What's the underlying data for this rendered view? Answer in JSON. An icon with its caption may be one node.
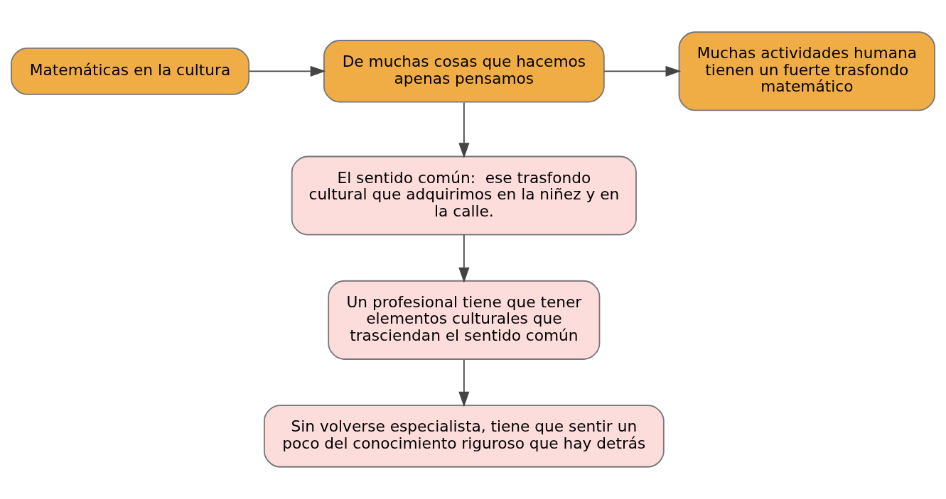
{
  "diagram": {
    "nodes": [
      {
        "text": [
          "Matemáticas en la cultura"
        ]
      },
      {
        "text": [
          "De muchas cosas que hacemos apenas pensamos"
        ]
      },
      {
        "text": [
          "Muchas actividades humana tienen un fuerte trasfondo matemático"
        ]
      },
      {
        "text": [
          "El sentido común:  ese trasfondo cultural que adquirimos en la niñez y en la calle."
        ]
      },
      {
        "text": [
          "Un profesional tiene que tener elementos culturales que trasciendan el sentido común"
        ]
      },
      {
        "text": [
          "Sin volverse especialista, tiene que sentir un poco del conocimiento riguroso que hay detrás"
        ]
      }
    ],
    "edges": [
      {
        "from": 0,
        "to": 1,
        "arrow": "to"
      },
      {
        "from": 1,
        "to": 2,
        "arrow": "to"
      },
      {
        "from": 1,
        "to": 3,
        "arrow": "to"
      },
      {
        "from": 3,
        "to": 4,
        "arrow": "to"
      },
      {
        "from": 4,
        "to": 5,
        "arrow": "to"
      }
    ]
  }
}
